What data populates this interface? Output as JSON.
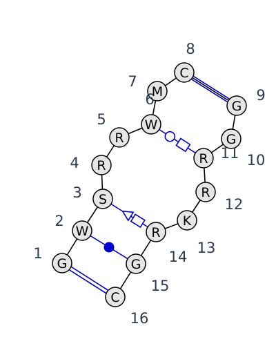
{
  "nucleotides": [
    {
      "index": "1",
      "letter": "G"
    },
    {
      "index": "2",
      "letter": "W"
    },
    {
      "index": "3",
      "letter": "S"
    },
    {
      "index": "4",
      "letter": "R"
    },
    {
      "index": "5",
      "letter": "R"
    },
    {
      "index": "6",
      "letter": "W"
    },
    {
      "index": "7",
      "letter": "M"
    },
    {
      "index": "8",
      "letter": "C"
    },
    {
      "index": "9",
      "letter": "G"
    },
    {
      "index": "10",
      "letter": "G"
    },
    {
      "index": "11",
      "letter": "R"
    },
    {
      "index": "12",
      "letter": "R"
    },
    {
      "index": "13",
      "letter": "K"
    },
    {
      "index": "14",
      "letter": "R"
    },
    {
      "index": "15",
      "letter": "G"
    },
    {
      "index": "16",
      "letter": "C"
    }
  ],
  "pairs": [
    {
      "from": 1,
      "to": 16,
      "style": "double-line",
      "color": "#0000cc"
    },
    {
      "from": 8,
      "to": 9,
      "style": "double-line",
      "color": "#0000cc"
    },
    {
      "from": 2,
      "to": 15,
      "style": "filled-circle",
      "color": "#0000cc"
    },
    {
      "from": 6,
      "to": 11,
      "style": "open-circle-square",
      "color": "#0000cc"
    },
    {
      "from": 3,
      "to": 14,
      "style": "open-triangle-square",
      "color": "#0000cc"
    }
  ]
}
